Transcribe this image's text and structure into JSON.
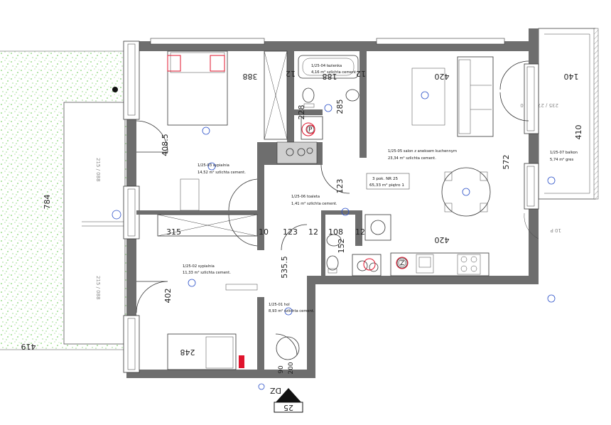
{
  "rooms": [
    {
      "id": "1/25-03",
      "name": "sypialnia",
      "area": "14,52 m²",
      "finish": "szlichta cement."
    },
    {
      "id": "1/25-02",
      "name": "sypialnia",
      "area": "11,33 m²",
      "finish": "szlichta cement."
    },
    {
      "id": "1/25-04",
      "name": "łazienka",
      "area": "4,16 m²",
      "finish": "szlichta cement."
    },
    {
      "id": "1/25-06",
      "name": "toaleta",
      "area": "1,41 m²",
      "finish": "szlichta cement."
    },
    {
      "id": "1/25-05",
      "name": "salon z aneksem kuchennym",
      "area": "23,34 m²",
      "finish": "szlichta cement."
    },
    {
      "id": "1/25-01",
      "name": "hol",
      "area": "8,93 m²",
      "finish": "szlichta cement."
    },
    {
      "id": "1/25-07",
      "name": "balkon",
      "area": "5,74 m²",
      "finish": "gres"
    }
  ],
  "unit": {
    "line1": "3 pok.  NR 25",
    "line2": "65,33 m²  piętro 1"
  },
  "dimensions": {
    "d388": "388",
    "d12a": "12",
    "d188": "188",
    "d12b": "12",
    "d420a": "420",
    "d140": "140",
    "d285": "285",
    "d228": "228",
    "d408": "408.5",
    "d572": "572",
    "d410": "410",
    "d123a": "123",
    "d315": "315",
    "d10": "10",
    "d123b": "123",
    "d12c": "12",
    "d108": "108",
    "d12d": "12",
    "d152": "152",
    "d420b": "420",
    "d402": "402",
    "d5355": "535.5",
    "d248": "248",
    "d784": "784",
    "d419": "419",
    "d90": "90",
    "d200": "200",
    "d25": "25"
  },
  "markers": {
    "dz": "DZ",
    "p": "P",
    "z": "Z"
  },
  "ghost": {
    "g1": "215 / 088",
    "g2": "215 / 088",
    "g3": "235 / 270 / 010",
    "g4": "10 P"
  }
}
